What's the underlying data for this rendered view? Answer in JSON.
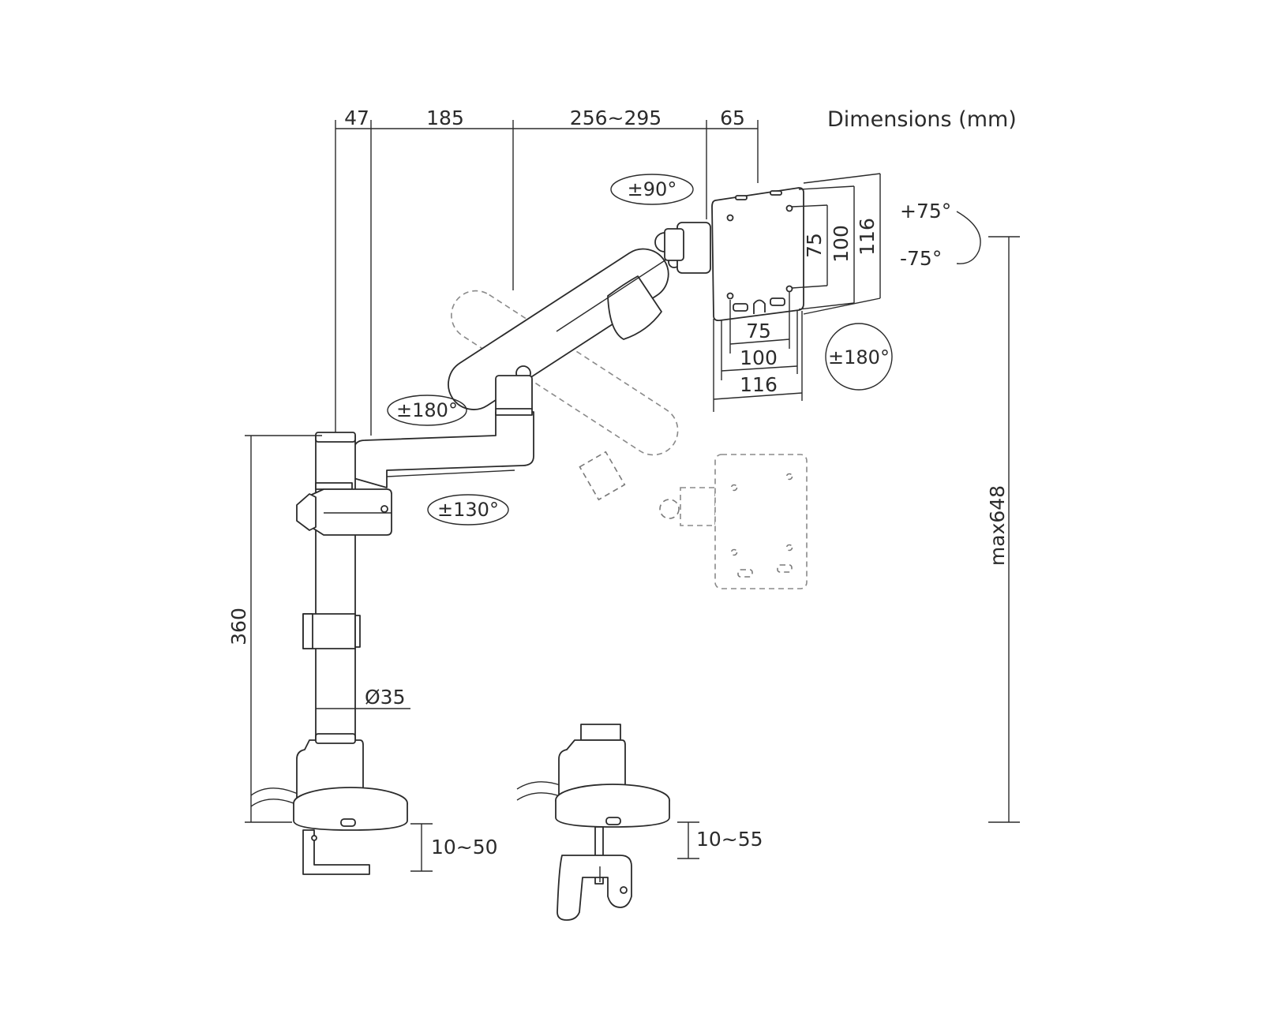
{
  "title": "Dimensions (mm)",
  "top_dimensions": [
    "47",
    "185",
    "256~295",
    "65"
  ],
  "vesa_vertical": [
    "75",
    "100",
    "116"
  ],
  "vesa_horizontal": [
    "75",
    "100",
    "116"
  ],
  "rotations": {
    "head_rotate": "±90°",
    "tilt_up": "+75°",
    "tilt_down": "-75°",
    "screen_swivel": "±180°",
    "arm_swivel": "±180°",
    "base_swivel": "±130°"
  },
  "pole_height": "360",
  "pole_diameter": "Ø35",
  "max_height": "max648",
  "clamp_range": "10~50",
  "grommet_range": "10~55"
}
